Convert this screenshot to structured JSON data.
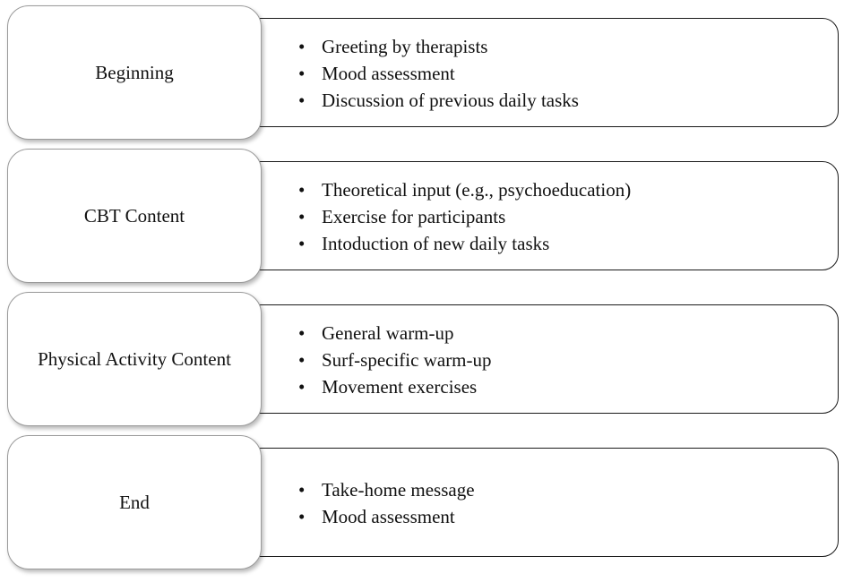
{
  "phases": [
    {
      "label": "Beginning",
      "items": [
        "Greeting by therapists",
        "Mood assessment",
        "Discussion of previous daily tasks"
      ]
    },
    {
      "label": "CBT Content",
      "items": [
        "Theoretical input (e.g., psychoeducation)",
        "Exercise for participants",
        "Intoduction of new daily tasks"
      ]
    },
    {
      "label": "Physical Activity Content",
      "items": [
        "General warm-up",
        "Surf-specific warm-up",
        "Movement exercises"
      ]
    },
    {
      "label": "End",
      "items": [
        "Take-home message",
        "Mood assessment"
      ]
    }
  ]
}
